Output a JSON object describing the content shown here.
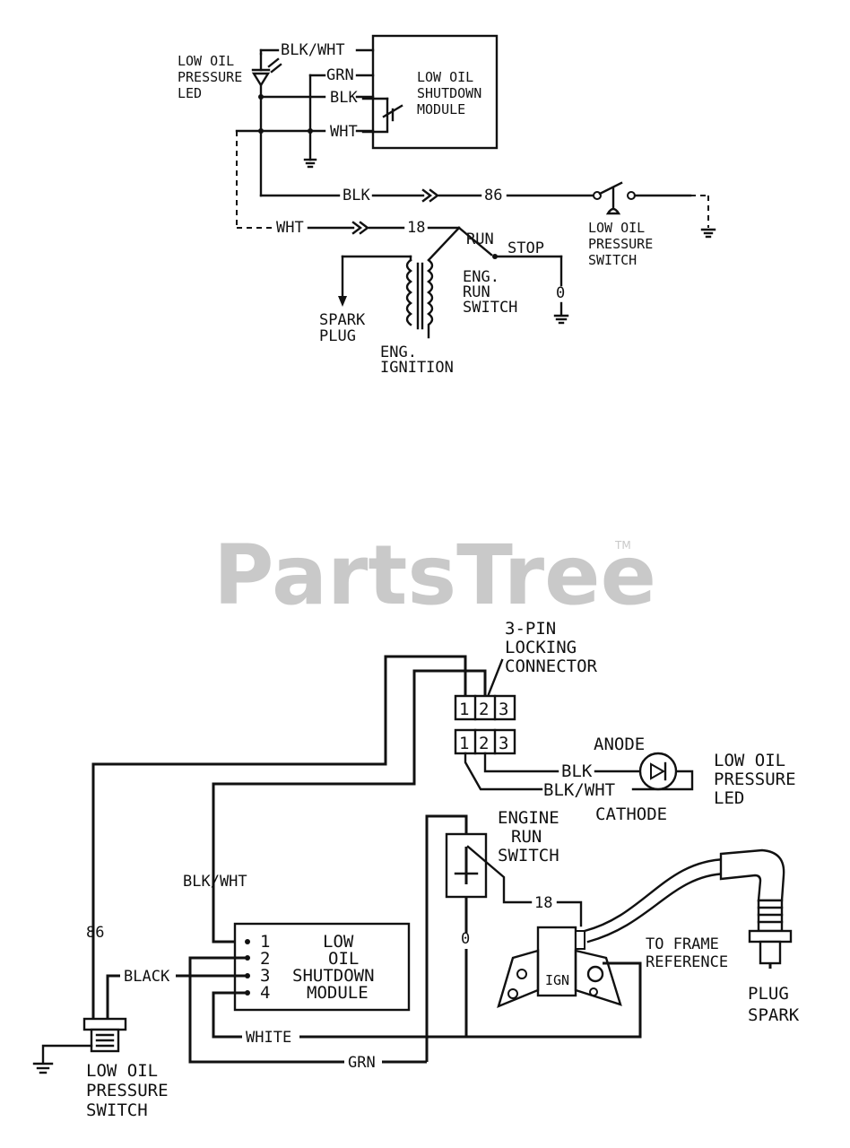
{
  "watermark": {
    "brand": "PartsTree",
    "trademark": "TM"
  },
  "schematic": {
    "led_label": [
      "LOW OIL",
      "PRESSURE",
      "LED"
    ],
    "module_label": [
      "LOW OIL",
      "SHUTDOWN",
      "MODULE"
    ],
    "wire_blk_wht": "BLK/WHT",
    "wire_grn": "GRN",
    "wire_blk": "BLK",
    "wire_wht": "WHT",
    "wire_blk_lower": "BLK",
    "wire_86": "86",
    "wire_wht_lower": "WHT",
    "wire_18": "18",
    "run": "RUN",
    "stop": "STOP",
    "zero": "0",
    "pressure_switch_label": [
      "LOW OIL",
      "PRESSURE",
      "SWITCH"
    ],
    "run_switch_label": [
      "ENG.",
      "RUN",
      "SWITCH"
    ],
    "spark_label": [
      "SPARK",
      "PLUG"
    ],
    "ignition_label": [
      "ENG.",
      "IGNITION"
    ]
  },
  "wiring": {
    "connector_label": [
      "3-PIN",
      "LOCKING",
      "CONNECTOR"
    ],
    "pins": [
      "1",
      "2",
      "3"
    ],
    "anode": "ANODE",
    "cathode": "CATHODE",
    "wire_blk": "BLK",
    "wire_blk_wht": "BLK/WHT",
    "led_label": [
      "LOW OIL",
      "PRESSURE",
      "LED"
    ],
    "run_switch_label": [
      "ENGINE",
      "RUN",
      "SWITCH"
    ],
    "wire_18": "18",
    "wire_0": "0",
    "to_frame": [
      "TO FRAME",
      "REFERENCE"
    ],
    "ign_tag": "IGN",
    "plug_label": [
      "PLUG",
      "SPARK"
    ],
    "module_pins": [
      "1",
      "2",
      "3",
      "4"
    ],
    "module_label": [
      "LOW",
      "OIL",
      "SHUTDOWN",
      "MODULE"
    ],
    "wire_blk_wht_module": "BLK/WHT",
    "wire_86": "86",
    "wire_black": "BLACK",
    "wire_white": "WHITE",
    "wire_grn": "GRN",
    "pressure_switch_label": [
      "LOW OIL",
      "PRESSURE",
      "SWITCH"
    ]
  }
}
